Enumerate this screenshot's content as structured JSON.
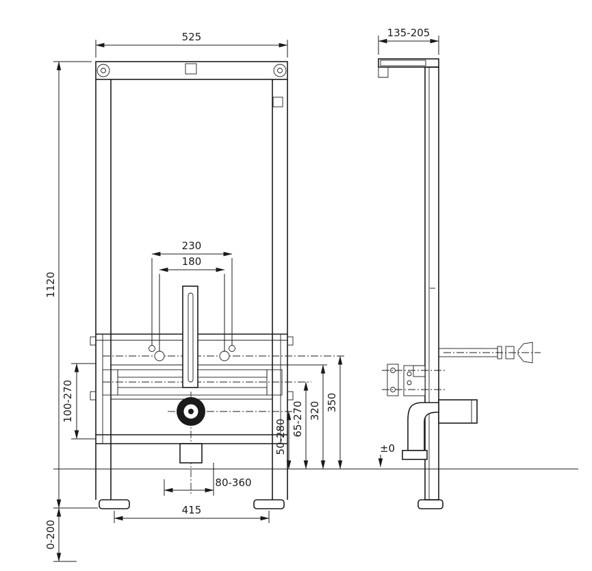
{
  "drawing": {
    "type": "installation-frame-technical-drawing",
    "views": {
      "front": "front view",
      "side": "side view"
    },
    "line_color": "#1a1a1a",
    "dims": {
      "front_width": "525",
      "side_depth": "135-205",
      "overall_height": "1120",
      "fixing_spacing_outer": "230",
      "fixing_spacing_inner": "180",
      "mount_height_range": "100-270",
      "height_350": "350",
      "height_320": "320",
      "height_range_65_270": "65-270",
      "height_range_50_280": "50-280",
      "drain_offset_range": "80-360",
      "feet_spacing": "415",
      "foot_adjustment": "0-200",
      "floor_level": "±0"
    }
  }
}
